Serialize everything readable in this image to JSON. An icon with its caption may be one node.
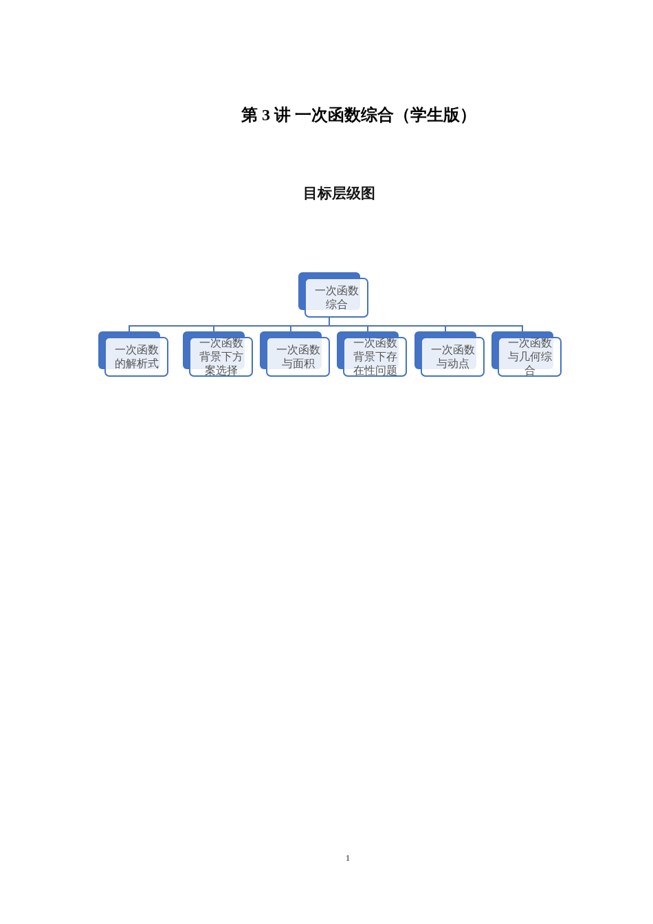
{
  "diagram": {
    "title": "第 3 讲 一次函数综合（学生版）",
    "nodes": [
      {
        "text": [
          "一次函数综合"
        ]
      },
      {
        "text": [
          "一次函数的解析式"
        ]
      },
      {
        "text": [
          "一次函数背景下方案选择"
        ]
      },
      {
        "text": [
          "一次函数与面积"
        ]
      },
      {
        "text": [
          "一次函数背景下存在性问题"
        ]
      },
      {
        "text": [
          "一次函数与动点"
        ]
      },
      {
        "text": [
          "一次函数与几何综合"
        ]
      }
    ],
    "edges": [
      {
        "from": 0,
        "to": 1,
        "arrow": "none"
      },
      {
        "from": 0,
        "to": 2,
        "arrow": "none"
      },
      {
        "from": 0,
        "to": 3,
        "arrow": "none"
      },
      {
        "from": 0,
        "to": 4,
        "arrow": "none"
      },
      {
        "from": 0,
        "to": 5,
        "arrow": "none"
      },
      {
        "from": 0,
        "to": 6,
        "arrow": "none"
      }
    ],
    "labels": [
      "目标层级图",
      "1"
    ]
  }
}
